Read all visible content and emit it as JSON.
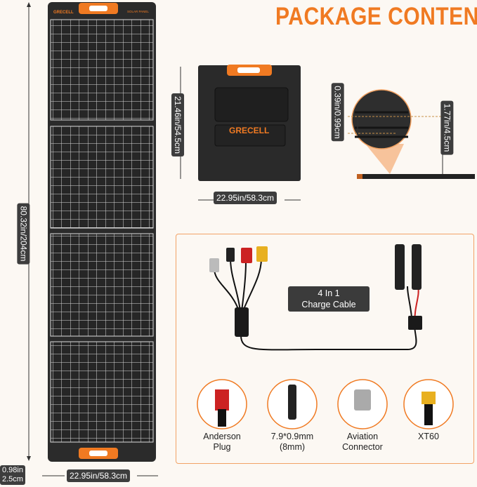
{
  "title": "PACKAGE CONTENT",
  "brand": "GRECELL",
  "panel_text": "SOLAR PANEL",
  "dimensions": {
    "unfolded_length": "80.32in/204cm",
    "unfolded_width": "22.95in/58.3cm",
    "thickness_unfolded": [
      "0.98in",
      "2.5cm"
    ],
    "folded_height": "21.46in/54.5cm",
    "folded_width": "22.95in/58.3cm",
    "panel_thickness": "0.39in/0.99cm",
    "folded_thickness": "1.77in/4.5cm"
  },
  "cable": {
    "label_line1": "4 In 1",
    "label_line2": "Charge Cable"
  },
  "accessories": [
    {
      "line1": "Anderson",
      "line2": "Plug"
    },
    {
      "line1": "7.9*0.9mm",
      "line2": "(8mm)"
    },
    {
      "line1": "Aviation",
      "line2": "Connector"
    },
    {
      "line1": "XT60",
      "line2": ""
    }
  ],
  "colors": {
    "accent": "#f07a22",
    "panel": "#2a2a2a",
    "background": "#fcf8f3"
  }
}
